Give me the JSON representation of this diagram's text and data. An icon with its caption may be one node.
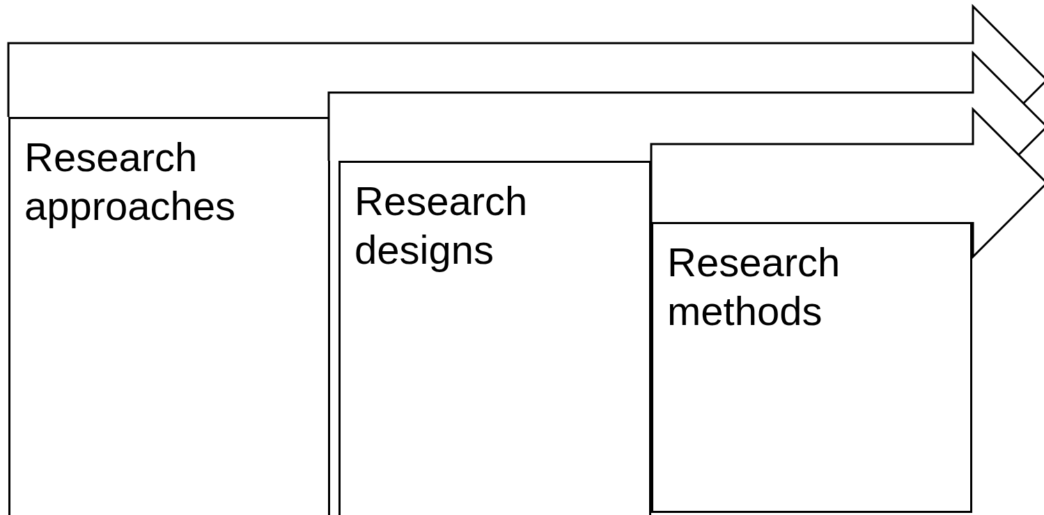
{
  "diagram": {
    "nodes": [
      {
        "text": [
          "Research approaches"
        ]
      },
      {
        "text": [
          "Research designs"
        ]
      },
      {
        "text": [
          "Research methods"
        ]
      }
    ]
  }
}
